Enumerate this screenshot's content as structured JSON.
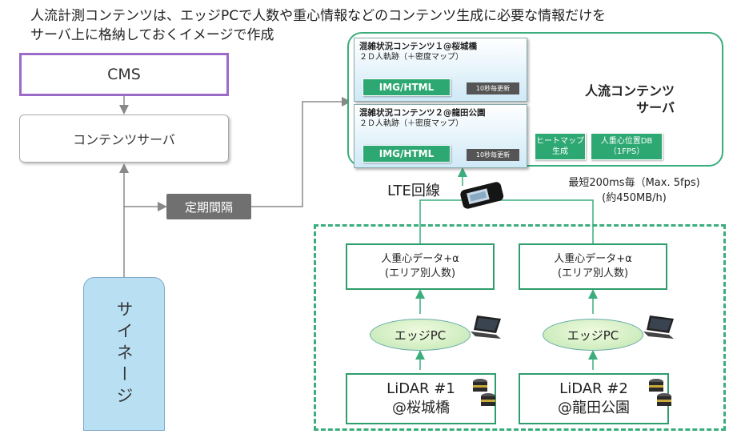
{
  "header": {
    "line1": "人流計測コンテンツは、エッジPCで人数や重心情報などのコンテンツ生成に必要な情報だけを",
    "line2": "サーバ上に格納しておくイメージで作成"
  },
  "left": {
    "cms": "CMS",
    "content_server": "コンテンツサーバ",
    "periodic": "定期間隔",
    "signage": "サイネージ"
  },
  "server": {
    "title_line1": "人流コンテンツ",
    "title_line2": "サーバ",
    "cards": [
      {
        "title": "混雑状況コンテンツ１@桜城橋",
        "subtitle": "２Ｄ人軌跡（＋密度マップ）",
        "tag": "IMG/HTML",
        "update": "10秒毎更新"
      },
      {
        "title": "混雑状況コンテンツ２@龍田公園",
        "subtitle": "２Ｄ人軌跡（＋密度マップ）",
        "tag": "IMG/HTML",
        "update": "10秒毎更新"
      }
    ],
    "heatmap_line1": "ヒートマップ",
    "heatmap_line2": "生成",
    "db_line1": "人重心位置DB",
    "db_line2": "（1FPS）"
  },
  "network": {
    "lte": "LTE回線",
    "speed_line1": "最短200ms毎（Max. 5fps)",
    "speed_line2": "(約450MB/h)"
  },
  "edges": [
    {
      "data_line1": "人重心データ+α",
      "data_line2": "(エリア別人数)",
      "edge": "エッジPC",
      "lidar_line1": "LiDAR #1",
      "lidar_line2": "@桜城橋"
    },
    {
      "data_line1": "人重心データ+α",
      "data_line2": "(エリア別人数)",
      "edge": "エッジPC",
      "lidar_line1": "LiDAR #2",
      "lidar_line2": "@龍田公園"
    }
  ],
  "colors": {
    "green": "#2ea873",
    "purple": "#9b6bc8",
    "signage_blue": "#b9dff3",
    "gray_label": "#707070"
  },
  "icons": [
    "lte-router-icon",
    "laptop-icon",
    "lidar-sensor-icon"
  ]
}
